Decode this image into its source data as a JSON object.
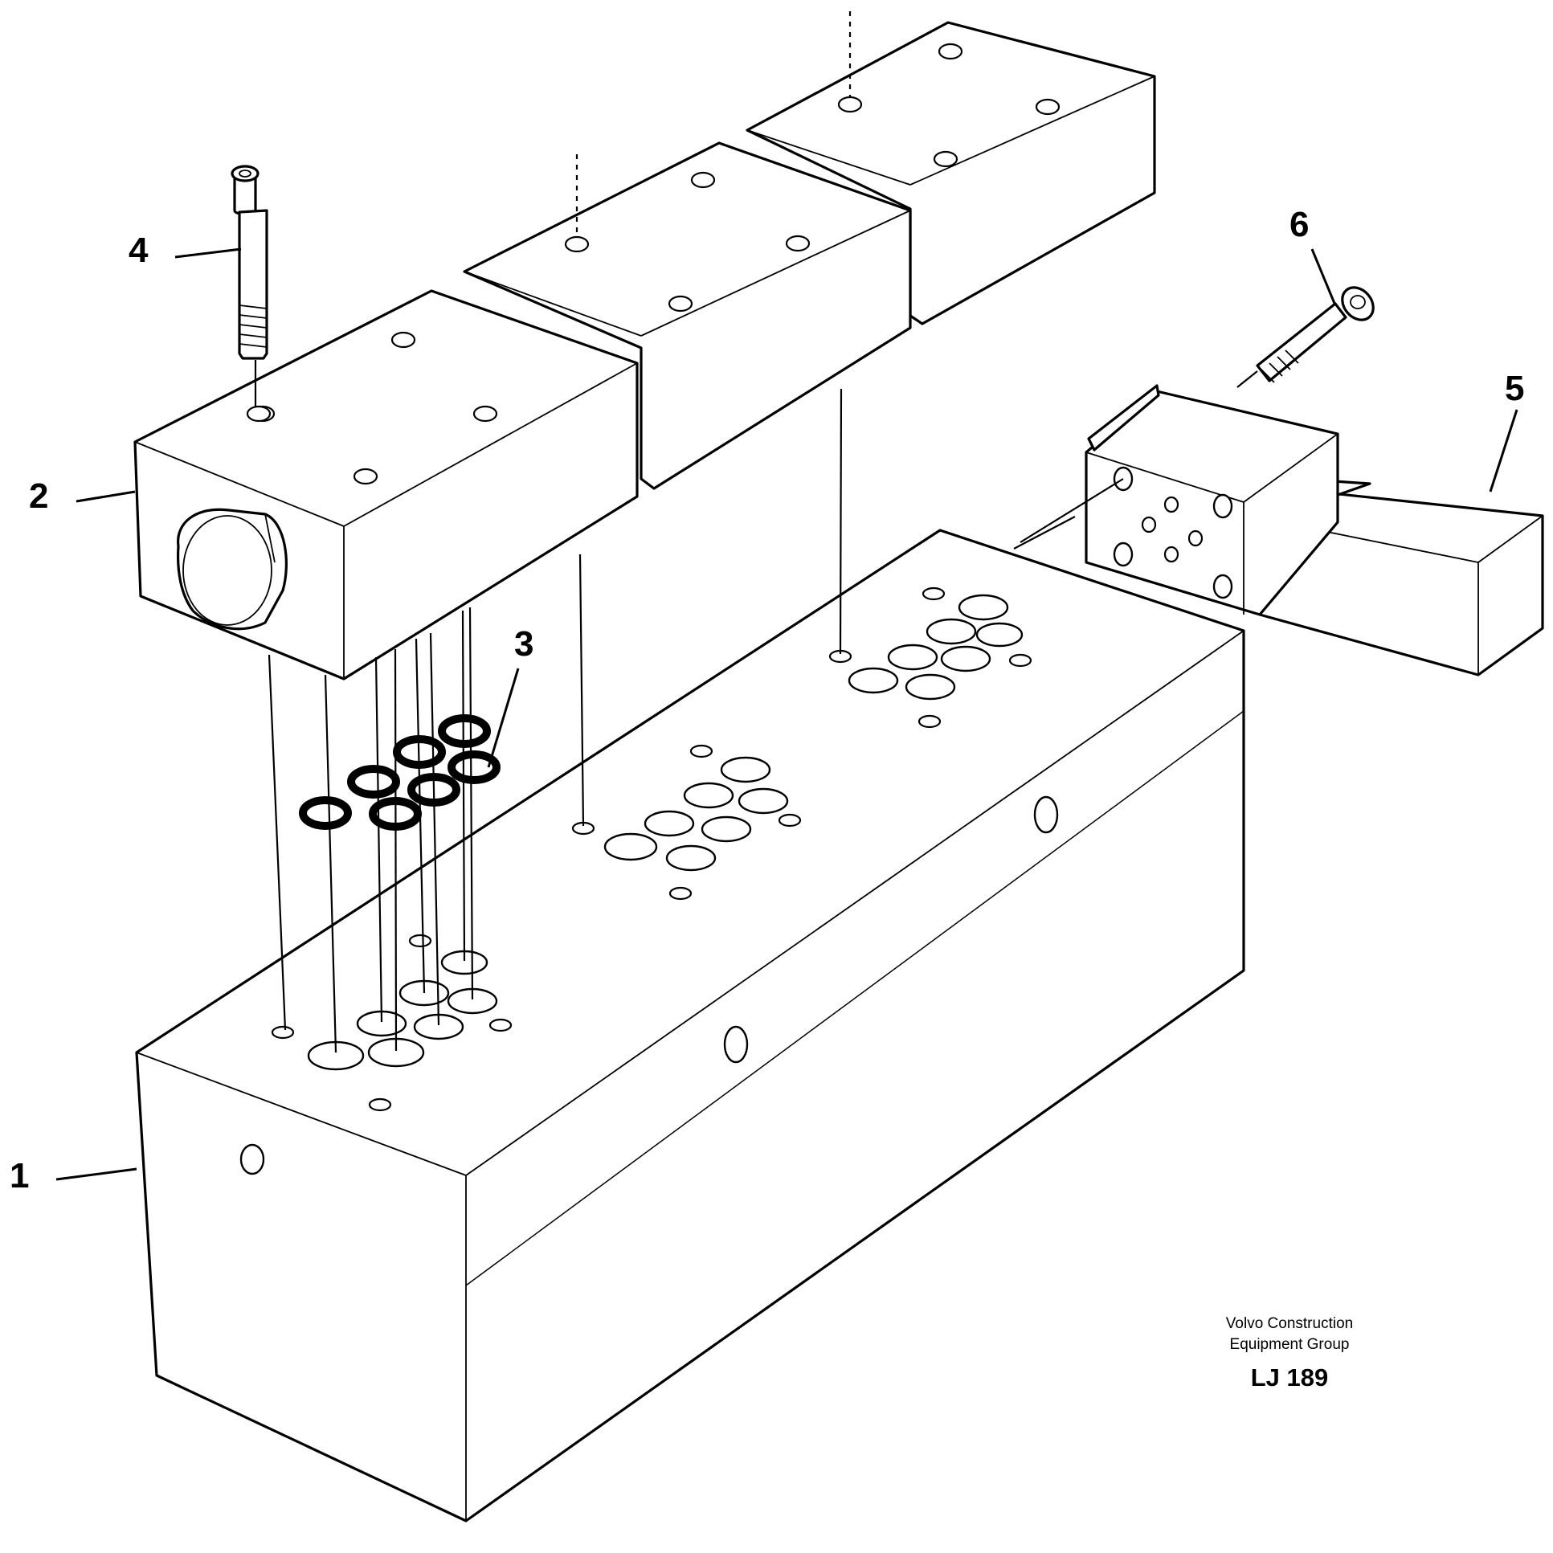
{
  "callouts": [
    {
      "id": "1",
      "label": "1"
    },
    {
      "id": "2",
      "label": "2"
    },
    {
      "id": "3",
      "label": "3"
    },
    {
      "id": "4",
      "label": "4"
    },
    {
      "id": "5",
      "label": "5"
    },
    {
      "id": "6",
      "label": "6"
    }
  ],
  "caption": {
    "company_line1": "Volvo Construction",
    "company_line2": "Equipment Group",
    "reference": "LJ 189"
  }
}
